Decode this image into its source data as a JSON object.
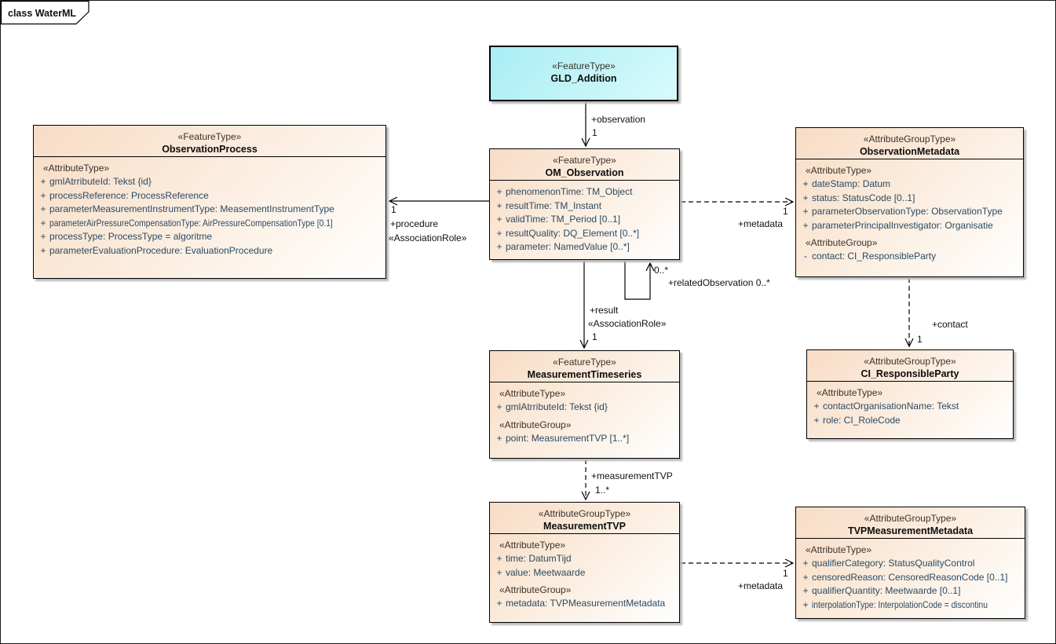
{
  "frame": {
    "label": "class WaterML"
  },
  "colors": {
    "box_fill_start": "#f8dcc5",
    "box_fill_end": "#ffffff",
    "cyan_fill": "#a9edf4",
    "attribute_text": "#2b4a63",
    "stereotype_text": "#3a322b",
    "line": "#000000"
  },
  "classes": [
    {
      "name": "GLD_Addition",
      "stereotype": "«FeatureType»",
      "fill": "cyan",
      "sections": []
    },
    {
      "name": "OM_Observation",
      "stereotype": "«FeatureType»",
      "fill": "peach",
      "sections": [
        {
          "items": [
            {
              "vis": "+",
              "text": "phenomenonTime: TM_Object"
            },
            {
              "vis": "+",
              "text": "resultTime: TM_Instant"
            },
            {
              "vis": "+",
              "text": "validTime: TM_Period [0..1]"
            },
            {
              "vis": "+",
              "text": "resultQuality: DQ_Element [0..*]"
            },
            {
              "vis": "+",
              "text": "parameter: NamedValue [0..*]"
            }
          ]
        }
      ]
    },
    {
      "name": "ObservationProcess",
      "stereotype": "«FeatureType»",
      "fill": "peach",
      "sections": [
        {
          "label": "«AttributeType»",
          "items": [
            {
              "vis": "+",
              "text": "gmlAtrributeId: Tekst {id}"
            },
            {
              "vis": "+",
              "text": "processReference: ProcessReference"
            },
            {
              "vis": "+",
              "text": "parameterMeasurementInstrumentType: MeasementInstrumentType"
            },
            {
              "vis": "+",
              "text": "parameterAirPressureCompensationType: AirPressureCompensationType [0.1]",
              "condensed": true
            },
            {
              "vis": "+",
              "text": "processType: ProcessType = algoritme"
            },
            {
              "vis": "+",
              "text": "parameterEvaluationProcedure: EvaluationProcedure"
            }
          ]
        }
      ]
    },
    {
      "name": "ObservationMetadata",
      "stereotype": "«AttributeGroupType»",
      "fill": "peach",
      "sections": [
        {
          "label": "«AttributeType»",
          "items": [
            {
              "vis": "+",
              "text": "dateStamp: Datum"
            },
            {
              "vis": "+",
              "text": "status: StatusCode [0..1]"
            },
            {
              "vis": "+",
              "text": "parameterObservationType: ObservationType"
            },
            {
              "vis": "+",
              "text": "parameterPrincipalInvestigator: Organisatie"
            }
          ]
        },
        {
          "label": "«AttributeGroup»",
          "items": [
            {
              "vis": "-",
              "text": "contact: CI_ResponsibleParty"
            }
          ]
        }
      ]
    },
    {
      "name": "MeasurementTimeseries",
      "stereotype": "«FeatureType»",
      "fill": "peach",
      "sections": [
        {
          "label": "«AttributeType»",
          "items": [
            {
              "vis": "+",
              "text": "gmlAtrributeId: Tekst {id}"
            }
          ]
        },
        {
          "label": "«AttributeGroup»",
          "items": [
            {
              "vis": "+",
              "text": "point: MeasurementTVP [1..*]"
            }
          ]
        }
      ]
    },
    {
      "name": "CI_ResponsibleParty",
      "stereotype": "«AttributeGroupType»",
      "fill": "peach",
      "sections": [
        {
          "label": "«AttributeType»",
          "items": [
            {
              "vis": "+",
              "text": "contactOrganisationName: Tekst"
            },
            {
              "vis": "+",
              "text": "role: CI_RoleCode"
            }
          ]
        }
      ]
    },
    {
      "name": "MeasurementTVP",
      "stereotype": "«AttributeGroupType»",
      "fill": "peach",
      "sections": [
        {
          "label": "«AttributeType»",
          "items": [
            {
              "vis": "+",
              "text": "time: DatumTijd"
            },
            {
              "vis": "+",
              "text": "value: Meetwaarde"
            }
          ]
        },
        {
          "label": "«AttributeGroup»",
          "items": [
            {
              "vis": "+",
              "text": "metadata: TVPMeasurementMetadata"
            }
          ]
        }
      ]
    },
    {
      "name": "TVPMeasurementMetadata",
      "stereotype": "«AttributeGroupType»",
      "fill": "peach",
      "sections": [
        {
          "label": "«AttributeType»",
          "items": [
            {
              "vis": "+",
              "text": "qualifierCategory: StatusQualityControl"
            },
            {
              "vis": "+",
              "text": "censoredReason: CensoredReasonCode [0..1]"
            },
            {
              "vis": "+",
              "text": "qualifierQuantity: Meetwaarde [0..1]"
            },
            {
              "vis": "+",
              "text": "interpolationType: InterpolationCode = discontinu",
              "condensed": true
            }
          ]
        }
      ]
    }
  ],
  "connectors": [
    {
      "name": "observation",
      "style": "solid",
      "labels": {
        "role": "+observation",
        "mult": "1"
      }
    },
    {
      "name": "procedure",
      "style": "solid",
      "labels": {
        "mult": "1",
        "role": "+procedure",
        "stereotype": "«AssociationRole»"
      }
    },
    {
      "name": "metadata",
      "style": "dashed",
      "labels": {
        "mult": "1",
        "role": "+metadata"
      }
    },
    {
      "name": "relatedObservation",
      "style": "solid",
      "labels": {
        "mult": "0..*",
        "role": "+relatedObservation 0..*"
      }
    },
    {
      "name": "result",
      "style": "solid",
      "labels": {
        "role": "+result",
        "stereotype": "«AssociationRole»",
        "mult": "1"
      }
    },
    {
      "name": "contact",
      "style": "dashed",
      "labels": {
        "role": "+contact",
        "mult": "1"
      }
    },
    {
      "name": "measurementTVP",
      "style": "dashed",
      "labels": {
        "role": "+measurementTVP",
        "mult": "1..*"
      }
    },
    {
      "name": "tvp-metadata",
      "style": "dashed",
      "labels": {
        "mult": "1",
        "role": "+metadata"
      }
    }
  ]
}
